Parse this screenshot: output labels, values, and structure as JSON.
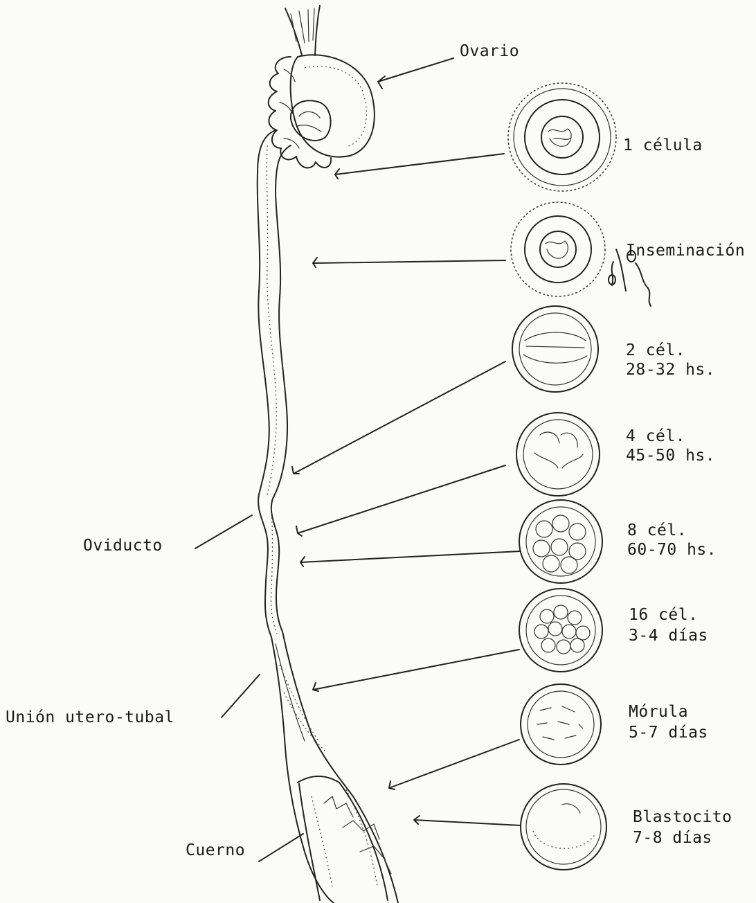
{
  "labels": {
    "ovario": "Ovario",
    "oviducto": "Oviducto",
    "union": "Unión utero-tubal",
    "cuerno": "Cuerno"
  },
  "stages": [
    {
      "line1": "1 célula",
      "line2": ""
    },
    {
      "line1": "Inseminación",
      "line2": ""
    },
    {
      "line1": "2 cél.",
      "line2": "28-32 hs."
    },
    {
      "line1": "4 cél.",
      "line2": "45-50 hs."
    },
    {
      "line1": "8 cél.",
      "line2": "60-70 hs."
    },
    {
      "line1": "16 cél.",
      "line2": "3-4 días"
    },
    {
      "line1": "Mórula",
      "line2": "5-7 días"
    },
    {
      "line1": "Blastocito",
      "line2": "7-8 días"
    }
  ]
}
